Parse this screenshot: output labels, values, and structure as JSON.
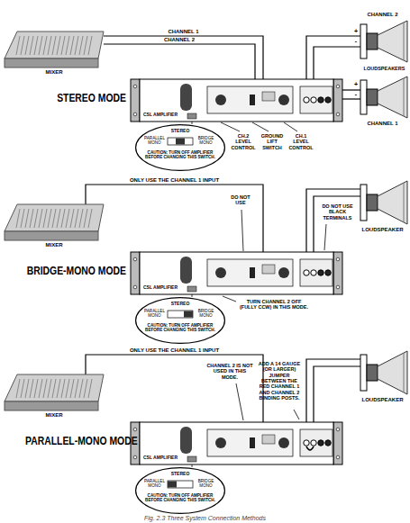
{
  "diagram": {
    "caption": "Fig. 2.3 Three System Connection Methods",
    "nodes": [
      {
        "text": [
          "MIXER"
        ]
      },
      {
        "text": [
          "CSL AMPLIFIER"
        ]
      },
      {
        "text": [
          "CHANNEL 2"
        ]
      },
      {
        "text": [
          "CHANNEL 1"
        ]
      },
      {
        "text": [
          "STEREO",
          "PARALLEL MONO",
          "BRIDGE MONO",
          "CAUTION: TURN OFF AMPLIFIER BEFORE CHANGING THIS SWITCH."
        ]
      },
      {
        "text": [
          "MIXER"
        ]
      },
      {
        "text": [
          "CSL AMPLIFIER"
        ]
      },
      {
        "text": [
          "LOUDSPEAKER"
        ]
      },
      {
        "text": [
          "STEREO",
          "PARALLEL MONO",
          "BRIDGE MONO",
          "CAUTION: TURN OFF AMPLIFIER BEFORE CHANGING THIS SWITCH."
        ]
      },
      {
        "text": [
          "MIXER"
        ]
      },
      {
        "text": [
          "CSL AMPLIFIER"
        ]
      },
      {
        "text": [
          "LOUDSPEAKER"
        ]
      },
      {
        "text": [
          "STEREO",
          "PARALLEL MONO",
          "BRIDGE MONO",
          "CAUTION: TURN OFF AMPLIFIER BEFORE CHANGING THIS SWITCH."
        ]
      }
    ],
    "edges": [
      {
        "from": 0,
        "to": 1,
        "arrow": "none",
        "label": "CHANNEL 1"
      },
      {
        "from": 0,
        "to": 1,
        "arrow": "none",
        "label": "CHANNEL 2"
      },
      {
        "from": 1,
        "to": 2,
        "arrow": "none"
      },
      {
        "from": 1,
        "to": 3,
        "arrow": "none"
      },
      {
        "from": 1,
        "to": 4,
        "arrow": "none"
      },
      {
        "from": 5,
        "to": 6,
        "arrow": "none",
        "label": "ONLY USE THE CHANNEL 1 INPUT"
      },
      {
        "from": 6,
        "to": 7,
        "arrow": "none"
      },
      {
        "from": 6,
        "to": 8,
        "arrow": "none"
      },
      {
        "from": 9,
        "to": 10,
        "arrow": "none",
        "label": "ONLY USE THE CHANNEL 1 INPUT"
      },
      {
        "from": 10,
        "to": 11,
        "arrow": "none"
      },
      {
        "from": 10,
        "to": 12,
        "arrow": "none"
      }
    ],
    "labels": [
      "STEREO MODE",
      "CH.2 LEVEL CONTROL",
      "GROUND LIFT SWITCH",
      "CH.1 LEVEL CONTROL",
      "LOUDSPEAKERS",
      "+",
      "-",
      "+",
      "-",
      "BRIDGE-MONO MODE",
      "DO NOT USE",
      "DO NOT USE BLACK TERMINALS",
      "TURN CHANNEL 2 OFF (FULLY CCW) IN THIS MODE.",
      "PARALLEL-MONO MODE",
      "CHANNEL 2 IS NOT USED IN THIS MODE.",
      "ADD A 14 GAUGE (OR LARGER) JUMPER BETWEEN THE RED CHANNEL 1 AND CHANNEL 2 BINDING POSTS."
    ]
  }
}
